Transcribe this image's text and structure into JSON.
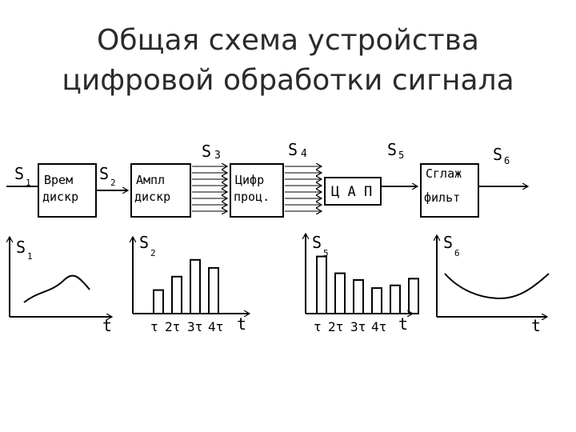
{
  "title": {
    "line1": "Общая схема устройства",
    "line2": "цифровой обработки сигнала"
  },
  "blocks": {
    "time_disc": {
      "line1": "Врем",
      "line2": "дискр"
    },
    "ampl_disc": {
      "line1": "Ампл",
      "line2": "дискр"
    },
    "digital": {
      "line1": "Цифр",
      "line2": "проц."
    },
    "dac": {
      "line1": "Ц А П"
    },
    "smooth": {
      "line1": "Сглаж",
      "line2": "фильт"
    }
  },
  "signals": {
    "s1": {
      "letter": "S",
      "sub": "1"
    },
    "s2": {
      "letter": "S",
      "sub": "2"
    },
    "s3": {
      "letter": "S",
      "sub": "3"
    },
    "s4": {
      "letter": "S",
      "sub": "4"
    },
    "s5": {
      "letter": "S",
      "sub": "5"
    },
    "s6": {
      "letter": "S",
      "sub": "6"
    }
  },
  "graphs": {
    "time_axis": "t",
    "ticks": [
      "τ",
      "2τ",
      "3τ",
      "4τ"
    ],
    "g2_bars": [
      0.35,
      0.55,
      0.8,
      0.68
    ],
    "g3_bars": [
      0.85,
      0.6,
      0.5,
      0.38,
      0.42,
      0.52
    ]
  }
}
